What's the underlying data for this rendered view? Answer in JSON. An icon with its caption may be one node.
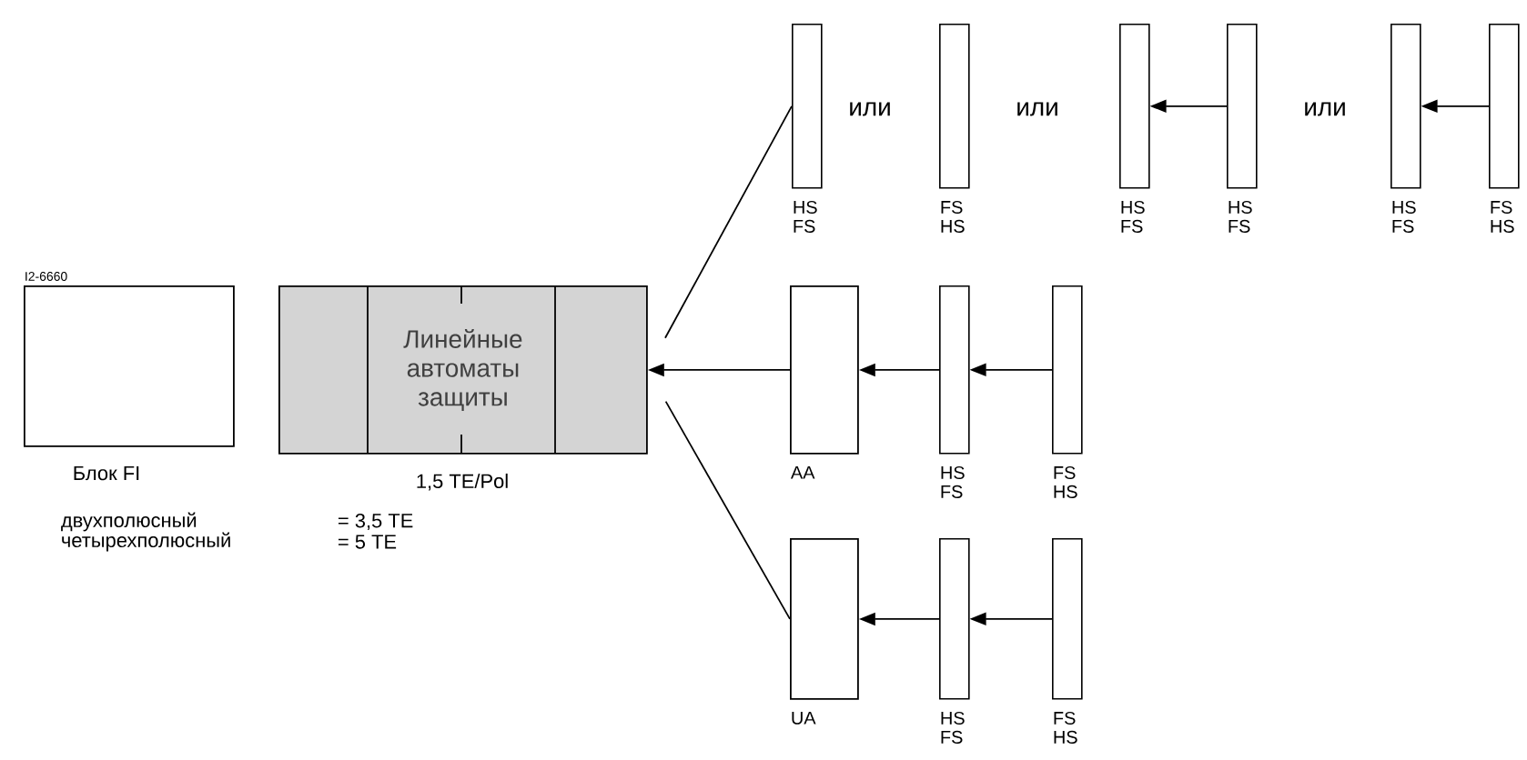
{
  "diagram": {
    "nodes": [
      {
        "text": [],
        "shape": "box",
        "beside": [
          "Блок FI"
        ]
      },
      {
        "text": [
          "Линейные автоматы защиты"
        ],
        "beside": [
          "1,5 TE/Pol"
        ]
      },
      {
        "text": [],
        "shape": "bar",
        "beside": [
          "HS FS"
        ]
      },
      {
        "text": [],
        "shape": "bar",
        "beside": [
          "FS HS"
        ]
      },
      {
        "text": [],
        "shape": "bar",
        "beside": [
          "HS FS"
        ]
      },
      {
        "text": [],
        "shape": "bar",
        "beside": [
          "HS FS"
        ]
      },
      {
        "text": [],
        "shape": "bar",
        "beside": [
          "HS FS"
        ]
      },
      {
        "text": [],
        "shape": "bar",
        "beside": [
          "FS HS"
        ]
      },
      {
        "text": [],
        "shape": "box",
        "beside": [
          "AA"
        ]
      },
      {
        "text": [],
        "shape": "bar",
        "beside": [
          "HS FS"
        ]
      },
      {
        "text": [],
        "shape": "bar",
        "beside": [
          "FS HS"
        ]
      },
      {
        "text": [],
        "shape": "box",
        "beside": [
          "UA"
        ]
      },
      {
        "text": [],
        "shape": "bar",
        "beside": [
          "HS FS"
        ]
      },
      {
        "text": [],
        "shape": "bar",
        "beside": [
          "FS HS"
        ]
      }
    ],
    "edges": [
      {
        "from": 2,
        "to": 1,
        "arrow": "none"
      },
      {
        "from": 8,
        "to": 1,
        "arrow": "to"
      },
      {
        "from": 11,
        "to": 1,
        "arrow": "none"
      },
      {
        "from": 5,
        "to": 4,
        "arrow": "to"
      },
      {
        "from": 7,
        "to": 6,
        "arrow": "to"
      },
      {
        "from": 9,
        "to": 8,
        "arrow": "to"
      },
      {
        "from": 10,
        "to": 9,
        "arrow": "to"
      },
      {
        "from": 12,
        "to": 11,
        "arrow": "to"
      },
      {
        "from": 13,
        "to": 12,
        "arrow": "to"
      }
    ],
    "labels": [
      "I2-6660",
      "или",
      "или",
      "или",
      "двухполюсный",
      "= 3,5 TE",
      "четырехполюсный",
      "= 5 TE"
    ]
  }
}
